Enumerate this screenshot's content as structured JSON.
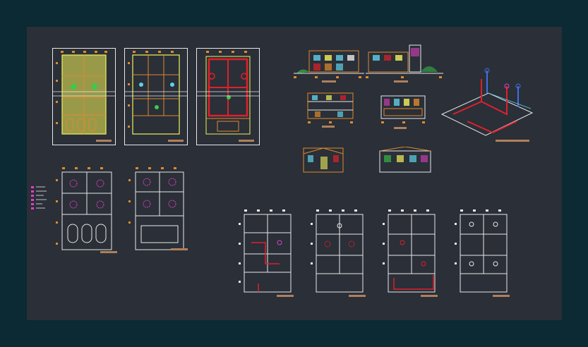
{
  "canvas": {
    "background": "#2a2f38",
    "frame": "#0b2a33"
  },
  "colors": {
    "white": "#e8e8e8",
    "yellow": "#f2f25a",
    "orange": "#e08a2a",
    "red": "#e0202a",
    "green": "#3acb4a",
    "cyan": "#5fd0e8",
    "magenta": "#e040c0",
    "blue": "#4070e0",
    "title": "#b0805a"
  },
  "drawings": [
    {
      "id": "floor-plan-1",
      "kind": "colored-floor-plan"
    },
    {
      "id": "floor-plan-2",
      "kind": "floor-plan"
    },
    {
      "id": "floor-plan-3",
      "kind": "floor-plan-red"
    },
    {
      "id": "elevation-front",
      "kind": "elevation"
    },
    {
      "id": "elevation-side",
      "kind": "elevation"
    },
    {
      "id": "section-a",
      "kind": "section"
    },
    {
      "id": "section-b",
      "kind": "section"
    },
    {
      "id": "section-c",
      "kind": "section"
    },
    {
      "id": "section-d",
      "kind": "section"
    },
    {
      "id": "isometric-plumbing",
      "kind": "isometric"
    },
    {
      "id": "white-plan-1",
      "kind": "outline-plan"
    },
    {
      "id": "white-plan-2",
      "kind": "outline-plan"
    },
    {
      "id": "installation-plan-1",
      "kind": "installation-plan"
    },
    {
      "id": "installation-plan-2",
      "kind": "installation-plan"
    },
    {
      "id": "installation-plan-3",
      "kind": "installation-plan"
    },
    {
      "id": "installation-plan-4",
      "kind": "installation-plan"
    },
    {
      "id": "legend",
      "kind": "legend"
    }
  ]
}
